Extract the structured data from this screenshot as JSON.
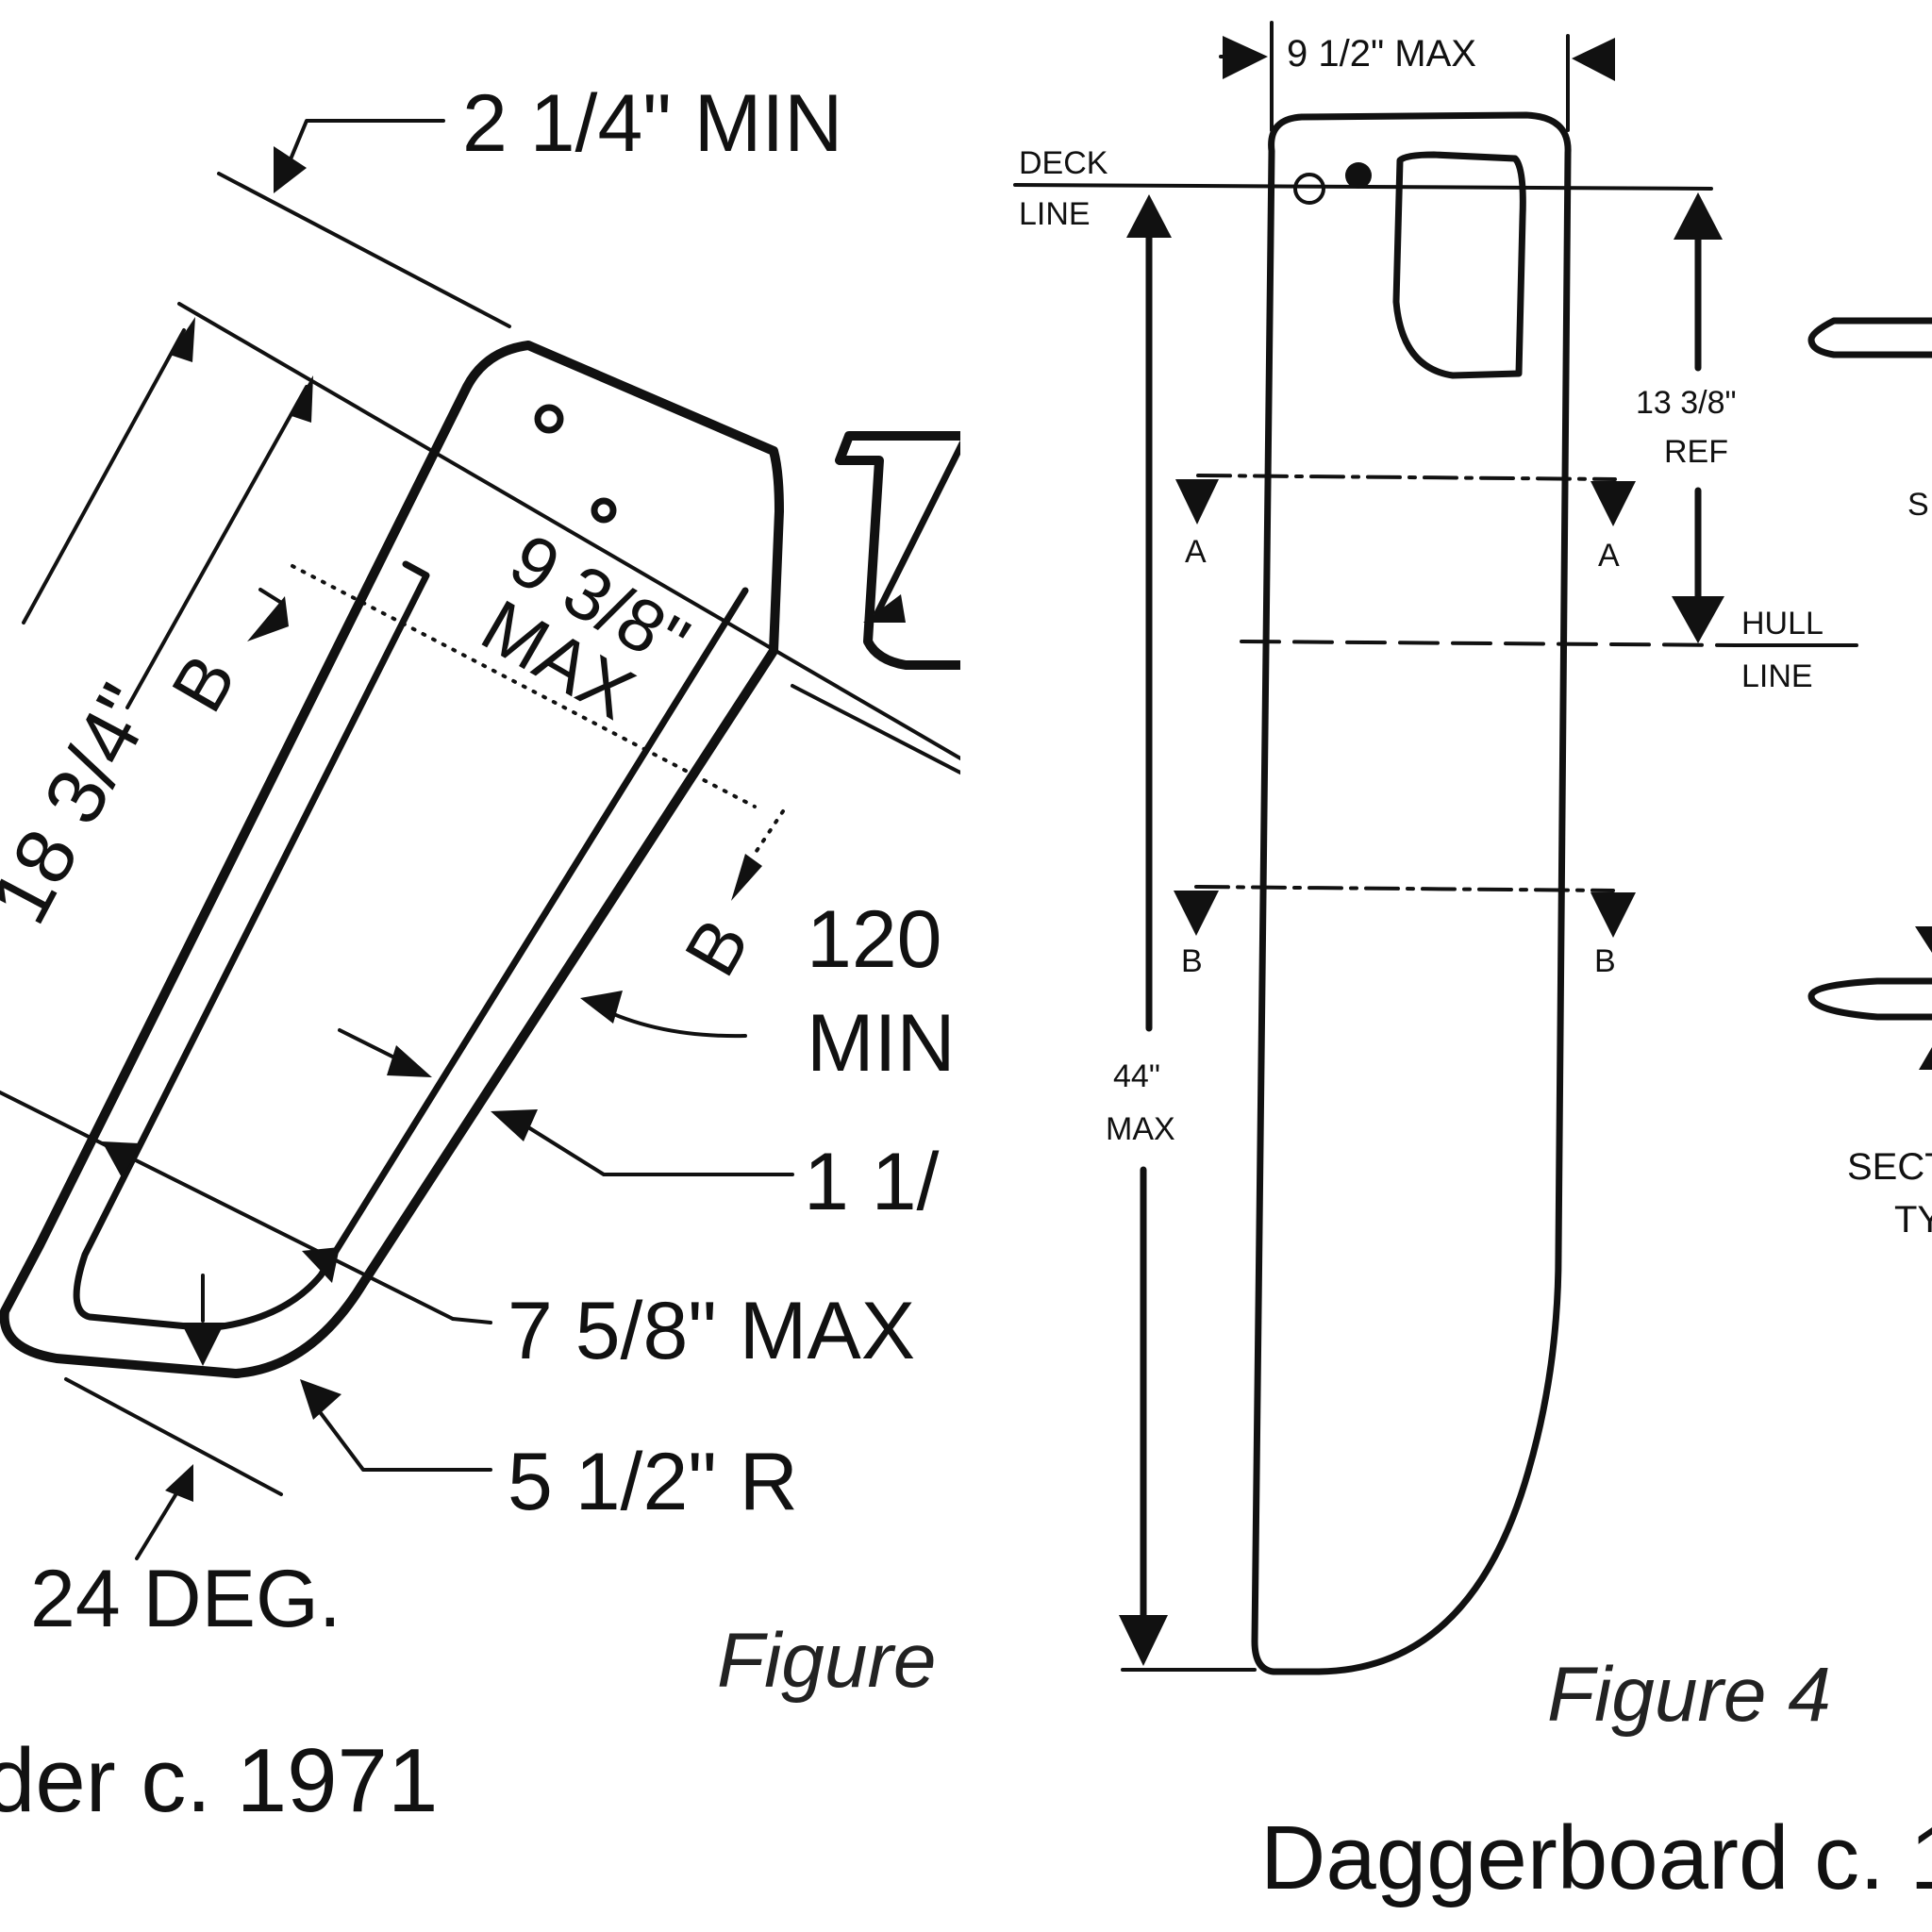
{
  "left_figure": {
    "dim_top": "2 1/4\" MIN",
    "dim_width": "9 3/8\"",
    "dim_width_max": "MAX",
    "dim_length": "18 3/4\"",
    "dim_angle_min_a": "120",
    "dim_angle_min_b": "MIN",
    "dim_thickness": "1 1/",
    "dim_lower_width": "7 5/8\" MAX",
    "dim_radius": "5 1/2\" R",
    "dim_degrees": "24 DEG.",
    "section_b_left": "B",
    "section_b_right": "B",
    "figure_label": "Figure",
    "caption": "der c. 1971"
  },
  "right_figure": {
    "dim_top_width": "9 1/2\" MAX",
    "deck_line_a": "DECK",
    "deck_line_b": "LINE",
    "dim_ref_a": "13 3/8\"",
    "dim_ref_b": "REF",
    "hull_line_a": "HULL",
    "hull_line_b": "LINE",
    "section_a_left": "A",
    "section_a_right": "A",
    "section_b_left": "B",
    "section_b_right": "B",
    "dim_length_a": "44\"",
    "dim_length_b": "MAX",
    "section_s": "S",
    "section_label_a": "SECT",
    "section_label_b": "TY",
    "figure_label": "Figure 4",
    "caption": "Daggerboard c. 19"
  }
}
